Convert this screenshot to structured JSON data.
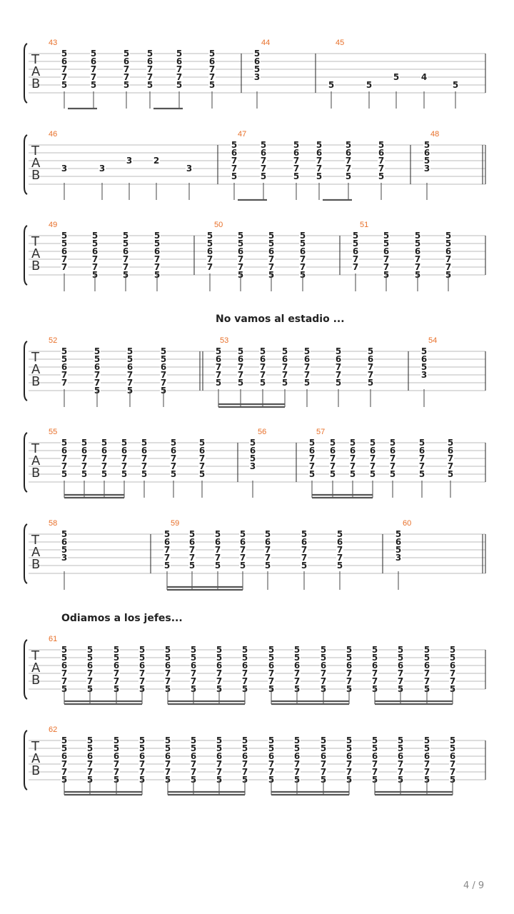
{
  "page": {
    "page_number": "4 / 9"
  },
  "tab_label": [
    "T",
    "A",
    "B"
  ],
  "annotations": [
    {
      "text": "No vamos al estadio ..."
    },
    {
      "text": "Odiamos a los jefes..."
    }
  ],
  "systems": [
    {
      "measures": [
        {
          "number": "43",
          "beats": [
            [
              "5",
              "6",
              "7",
              "7",
              "5"
            ],
            [
              "5",
              "6",
              "7",
              "7",
              "5"
            ],
            [
              "5",
              "6",
              "7",
              "7",
              "5"
            ],
            [
              "5",
              "6",
              "7",
              "7",
              "5"
            ],
            [
              "5",
              "6",
              "7",
              "7",
              "5"
            ],
            [
              "5",
              "6",
              "7",
              "7",
              "5"
            ]
          ]
        },
        {
          "number": "44",
          "beats": [
            [
              "5",
              "6",
              "5",
              "3"
            ]
          ]
        },
        {
          "number": "45",
          "beats": [
            [
              null,
              null,
              null,
              null,
              "5"
            ],
            [
              null,
              null,
              null,
              null,
              "5"
            ],
            [
              null,
              null,
              null,
              "5",
              null
            ],
            [
              null,
              null,
              null,
              "4",
              null
            ],
            [
              null,
              null,
              null,
              null,
              "5"
            ]
          ]
        }
      ]
    },
    {
      "measures": [
        {
          "number": "46",
          "beats": [
            [
              null,
              null,
              null,
              "3"
            ],
            [
              null,
              null,
              null,
              "3"
            ],
            [
              null,
              null,
              "3"
            ],
            [
              null,
              null,
              "2"
            ],
            [
              null,
              null,
              null,
              "3"
            ]
          ]
        },
        {
          "number": "47",
          "beats": [
            [
              "5",
              "6",
              "7",
              "7",
              "5"
            ],
            [
              "5",
              "6",
              "7",
              "7",
              "5"
            ],
            [
              "5",
              "6",
              "7",
              "7",
              "5"
            ],
            [
              "5",
              "6",
              "7",
              "7",
              "5"
            ],
            [
              "5",
              "6",
              "7",
              "7",
              "5"
            ],
            [
              "5",
              "6",
              "7",
              "7",
              "5"
            ]
          ]
        },
        {
          "number": "48",
          "beats": [
            [
              "5",
              "6",
              "5",
              "3"
            ]
          ]
        }
      ]
    },
    {
      "measures": [
        {
          "number": "49",
          "beats": [
            [
              "5",
              "5",
              "6",
              "7",
              "7"
            ],
            [
              "5",
              "5",
              "6",
              "7",
              "7",
              "5"
            ],
            [
              "5",
              "5",
              "6",
              "7",
              "7",
              "5"
            ],
            [
              "5",
              "5",
              "6",
              "7",
              "7",
              "5"
            ]
          ]
        },
        {
          "number": "50",
          "beats": [
            [
              "5",
              "5",
              "6",
              "7",
              "7"
            ],
            [
              "5",
              "5",
              "6",
              "7",
              "7",
              "5"
            ],
            [
              "5",
              "5",
              "6",
              "7",
              "7",
              "5"
            ],
            [
              "5",
              "5",
              "6",
              "7",
              "7",
              "5"
            ]
          ]
        },
        {
          "number": "51",
          "beats": [
            [
              "5",
              "5",
              "6",
              "7",
              "7"
            ],
            [
              "5",
              "5",
              "6",
              "7",
              "7",
              "5"
            ],
            [
              "5",
              "5",
              "6",
              "7",
              "7",
              "5"
            ],
            [
              "5",
              "5",
              "6",
              "7",
              "7",
              "5"
            ]
          ]
        }
      ]
    },
    {
      "measures": [
        {
          "number": "52",
          "beats": [
            [
              "5",
              "5",
              "6",
              "7",
              "7"
            ],
            [
              "5",
              "5",
              "6",
              "7",
              "7",
              "5"
            ],
            [
              "5",
              "5",
              "6",
              "7",
              "7",
              "5"
            ],
            [
              "5",
              "5",
              "6",
              "7",
              "7",
              "5"
            ]
          ]
        },
        {
          "number": "53",
          "beats": [
            [
              "5",
              "6",
              "7",
              "7",
              "5"
            ],
            [
              "5",
              "6",
              "7",
              "7",
              "5"
            ],
            [
              "5",
              "6",
              "7",
              "7",
              "5"
            ],
            [
              "5",
              "6",
              "7",
              "7",
              "5"
            ],
            [
              "5",
              "6",
              "7",
              "7",
              "5"
            ],
            [
              "5",
              "6",
              "7",
              "7",
              "5"
            ],
            [
              "5",
              "6",
              "7",
              "7",
              "5"
            ]
          ]
        },
        {
          "number": "54",
          "beats": [
            [
              "5",
              "6",
              "5",
              "3"
            ]
          ]
        }
      ]
    },
    {
      "measures": [
        {
          "number": "55",
          "beats": [
            [
              "5",
              "6",
              "7",
              "7",
              "5"
            ],
            [
              "5",
              "6",
              "7",
              "7",
              "5"
            ],
            [
              "5",
              "6",
              "7",
              "7",
              "5"
            ],
            [
              "5",
              "6",
              "7",
              "7",
              "5"
            ],
            [
              "5",
              "6",
              "7",
              "7",
              "5"
            ],
            [
              "5",
              "6",
              "7",
              "7",
              "5"
            ],
            [
              "5",
              "6",
              "7",
              "7",
              "5"
            ]
          ]
        },
        {
          "number": "56",
          "beats": [
            [
              "5",
              "6",
              "5",
              "3"
            ]
          ]
        },
        {
          "number": "57",
          "beats": [
            [
              "5",
              "6",
              "7",
              "7",
              "5"
            ],
            [
              "5",
              "6",
              "7",
              "7",
              "5"
            ],
            [
              "5",
              "6",
              "7",
              "7",
              "5"
            ],
            [
              "5",
              "6",
              "7",
              "7",
              "5"
            ],
            [
              "5",
              "6",
              "7",
              "7",
              "5"
            ],
            [
              "5",
              "6",
              "7",
              "7",
              "5"
            ],
            [
              "5",
              "6",
              "7",
              "7",
              "5"
            ]
          ]
        }
      ]
    },
    {
      "measures": [
        {
          "number": "58",
          "beats": [
            [
              "5",
              "6",
              "5",
              "3"
            ]
          ]
        },
        {
          "number": "59",
          "beats": [
            [
              "5",
              "6",
              "7",
              "7",
              "5"
            ],
            [
              "5",
              "6",
              "7",
              "7",
              "5"
            ],
            [
              "5",
              "6",
              "7",
              "7",
              "5"
            ],
            [
              "5",
              "6",
              "7",
              "7",
              "5"
            ],
            [
              "5",
              "6",
              "7",
              "7",
              "5"
            ],
            [
              "5",
              "6",
              "7",
              "7",
              "5"
            ],
            [
              "5",
              "6",
              "7",
              "7",
              "5"
            ]
          ]
        },
        {
          "number": "60",
          "beats": [
            [
              "5",
              "6",
              "5",
              "3"
            ]
          ]
        }
      ]
    },
    {
      "measures": [
        {
          "number": "61",
          "beats": [
            [
              "5",
              "5",
              "6",
              "7",
              "7",
              "5"
            ],
            [
              "5",
              "5",
              "6",
              "7",
              "7",
              "5"
            ],
            [
              "5",
              "5",
              "6",
              "7",
              "7",
              "5"
            ],
            [
              "5",
              "5",
              "6",
              "7",
              "7",
              "5"
            ],
            [
              "5",
              "5",
              "6",
              "7",
              "7",
              "5"
            ],
            [
              "5",
              "5",
              "6",
              "7",
              "7",
              "5"
            ],
            [
              "5",
              "5",
              "6",
              "7",
              "7",
              "5"
            ],
            [
              "5",
              "5",
              "6",
              "7",
              "7",
              "5"
            ],
            [
              "5",
              "5",
              "6",
              "7",
              "7",
              "5"
            ],
            [
              "5",
              "5",
              "6",
              "7",
              "7",
              "5"
            ],
            [
              "5",
              "5",
              "6",
              "7",
              "7",
              "5"
            ],
            [
              "5",
              "5",
              "6",
              "7",
              "7",
              "5"
            ],
            [
              "5",
              "5",
              "6",
              "7",
              "7",
              "5"
            ],
            [
              "5",
              "5",
              "6",
              "7",
              "7",
              "5"
            ],
            [
              "5",
              "5",
              "6",
              "7",
              "7",
              "5"
            ],
            [
              "5",
              "5",
              "6",
              "7",
              "7",
              "5"
            ]
          ]
        }
      ]
    },
    {
      "measures": [
        {
          "number": "62",
          "beats": [
            [
              "5",
              "5",
              "6",
              "7",
              "7",
              "5"
            ],
            [
              "5",
              "5",
              "6",
              "7",
              "7",
              "5"
            ],
            [
              "5",
              "5",
              "6",
              "7",
              "7",
              "5"
            ],
            [
              "5",
              "5",
              "6",
              "7",
              "7",
              "5"
            ],
            [
              "5",
              "5",
              "6",
              "7",
              "7",
              "5"
            ],
            [
              "5",
              "5",
              "6",
              "7",
              "7",
              "5"
            ],
            [
              "5",
              "5",
              "6",
              "7",
              "7",
              "5"
            ],
            [
              "5",
              "5",
              "6",
              "7",
              "7",
              "5"
            ],
            [
              "5",
              "5",
              "6",
              "7",
              "7",
              "5"
            ],
            [
              "5",
              "5",
              "6",
              "7",
              "7",
              "5"
            ],
            [
              "5",
              "5",
              "6",
              "7",
              "7",
              "5"
            ],
            [
              "5",
              "5",
              "6",
              "7",
              "7",
              "5"
            ],
            [
              "5",
              "5",
              "6",
              "7",
              "7",
              "5"
            ],
            [
              "5",
              "5",
              "6",
              "7",
              "7",
              "5"
            ],
            [
              "5",
              "5",
              "6",
              "7",
              "7",
              "5"
            ],
            [
              "5",
              "5",
              "6",
              "7",
              "7",
              "5"
            ]
          ]
        }
      ]
    }
  ]
}
